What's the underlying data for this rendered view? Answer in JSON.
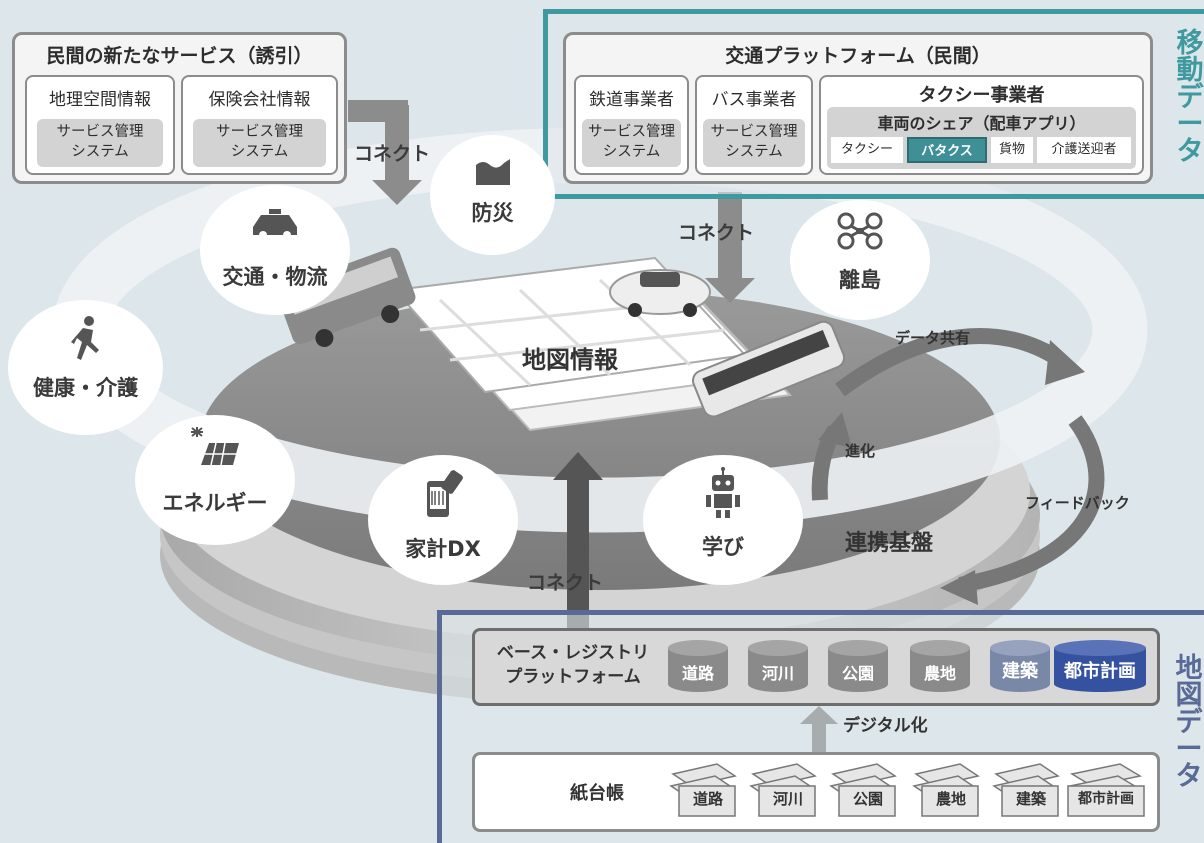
{
  "private_services": {
    "title": "民間の新たなサービス（誘引）",
    "boxes": [
      {
        "title": "地理空間情報",
        "system": [
          "サービス管理",
          "システム"
        ]
      },
      {
        "title": "保険会社情報",
        "system": [
          "サービス管理",
          "システム"
        ]
      }
    ]
  },
  "transport_platform": {
    "title": "交通プラットフォーム（民間）",
    "rail": {
      "title": "鉄道事業者",
      "system": [
        "サービス管理",
        "システム"
      ]
    },
    "bus": {
      "title": "バス事業者",
      "system": [
        "サービス管理",
        "システム"
      ]
    },
    "taxi": {
      "title": "タクシー事業者",
      "sharing_title": "車両のシェア（配車アプリ）",
      "chips": [
        "タクシー",
        "バタクス",
        "貨物",
        "介護送迎者"
      ],
      "highlight_chip": "バタクス"
    }
  },
  "side_labels": {
    "mobility": "移動データ",
    "map": "地図データ"
  },
  "connect_labels": {
    "top_left": "コネクト",
    "top_right": "コネクト",
    "bottom": "コネクト"
  },
  "services": [
    {
      "id": "disaster",
      "label": "防災",
      "icon": "flood-icon"
    },
    {
      "id": "traffic",
      "label": "交通・物流",
      "icon": "taxi-car-icon"
    },
    {
      "id": "island",
      "label": "離島",
      "icon": "drone-icon"
    },
    {
      "id": "health",
      "label": "健康・介護",
      "icon": "running-person-icon"
    },
    {
      "id": "energy",
      "label": "エネルギー",
      "icon": "solar-panel-icon"
    },
    {
      "id": "household",
      "label": "家計DX",
      "icon": "smartphone-scan-icon"
    },
    {
      "id": "learning",
      "label": "学び",
      "icon": "robot-icon"
    }
  ],
  "center": {
    "map_info": "地図情報",
    "platform": "連携基盤"
  },
  "cycle": {
    "data_share": "データ共有",
    "feedback": "フィードバック",
    "evolution": "進化"
  },
  "registry": {
    "title_line1": "ベース・レジストリ",
    "title_line2": "プラットフォーム",
    "cylinders": [
      {
        "label": "道路",
        "color": "#8a8a8a"
      },
      {
        "label": "河川",
        "color": "#8a8a8a"
      },
      {
        "label": "公園",
        "color": "#8a8a8a"
      },
      {
        "label": "農地",
        "color": "#8a8a8a"
      },
      {
        "label": "建築",
        "color": "#7a88a8"
      },
      {
        "label": "都市計画",
        "color": "#3552a0"
      }
    ]
  },
  "digitization": "デジタル化",
  "paper_ledger": {
    "title": "紙台帳",
    "items": [
      "道路",
      "河川",
      "公園",
      "農地",
      "建築",
      "都市計画"
    ]
  },
  "colors": {
    "mobility_frame": "#3f9aa0",
    "map_frame": "#5a6a96",
    "highlight_chip": "#3f8f96",
    "background": "#dde6ea"
  }
}
